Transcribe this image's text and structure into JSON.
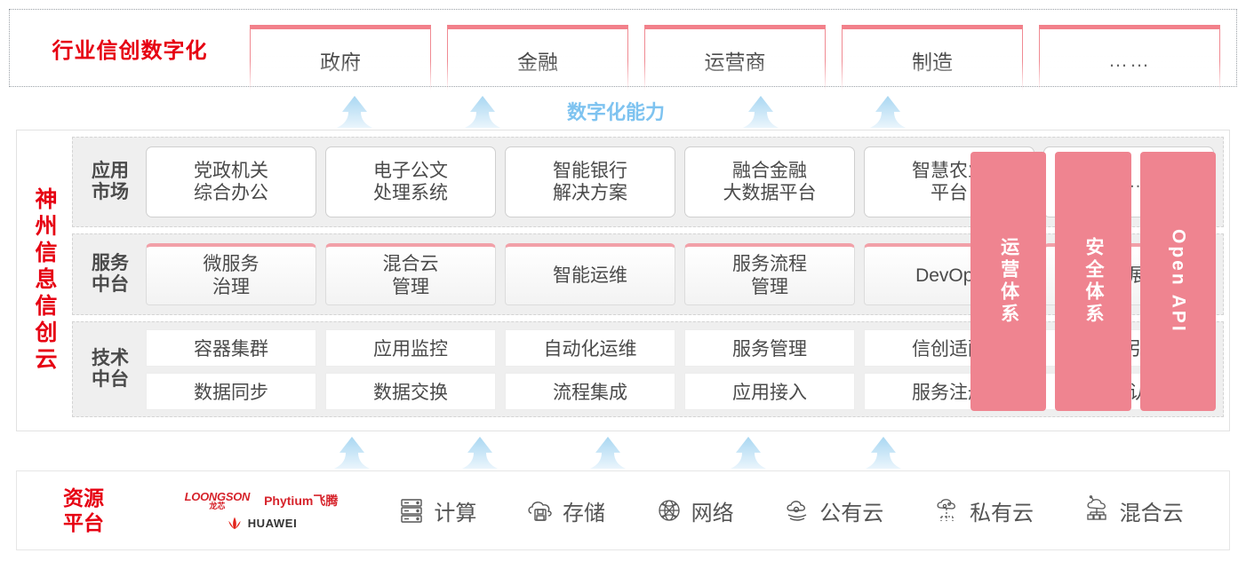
{
  "industry": {
    "title": "行业信创数字化",
    "cards": [
      {
        "label": "政府"
      },
      {
        "label": "金融"
      },
      {
        "label": "运营商"
      },
      {
        "label": "制造"
      },
      {
        "label": "……"
      }
    ]
  },
  "capability": {
    "label": "数字化能力",
    "arrow_color": "#bfe2f7",
    "top_arrow_count": 4,
    "bottom_arrow_count": 5
  },
  "cloud": {
    "title": "神州信息信创云",
    "layers": [
      {
        "name": "app-market",
        "label": "应用\n市场",
        "label_line1": "应用",
        "label_line2": "市场",
        "cards": [
          {
            "line1": "党政机关",
            "line2": "综合办公"
          },
          {
            "line1": "电子公文",
            "line2": "处理系统"
          },
          {
            "line1": "智能银行",
            "line2": "解决方案"
          },
          {
            "line1": "融合金融",
            "line2": "大数据平台"
          },
          {
            "line1": "智慧农业",
            "line2": "平台"
          },
          {
            "line1": "……",
            "line2": ""
          }
        ]
      },
      {
        "name": "service-platform",
        "label_line1": "服务",
        "label_line2": "中台",
        "cards": [
          {
            "line1": "微服务",
            "line2": "治理"
          },
          {
            "line1": "混合云",
            "line2": "管理"
          },
          {
            "line1": "智能运维",
            "line2": ""
          },
          {
            "line1": "服务流程",
            "line2": "管理"
          },
          {
            "line1": "DevOps",
            "line2": ""
          },
          {
            "line1": "大屏展示",
            "line2": ""
          }
        ]
      },
      {
        "name": "tech-platform",
        "label_line1": "技术",
        "label_line2": "中台",
        "row1": [
          "容器集群",
          "应用监控",
          "自动化运维",
          "服务管理",
          "信创适配",
          "流程引擎"
        ],
        "row2": [
          "数据同步",
          "数据交换",
          "流程集成",
          "应用接入",
          "服务注册",
          "统一认证"
        ]
      }
    ],
    "pillars": [
      {
        "label": "运营体系",
        "script": "cjk"
      },
      {
        "label": "安全体系",
        "script": "cjk"
      },
      {
        "label": "Open API",
        "script": "latin"
      }
    ],
    "pillar_color": "#ef8490"
  },
  "resource": {
    "title_line1": "资源",
    "title_line2": "平台",
    "vendors": [
      {
        "name": "LOONGSON",
        "name_cn": "龙芯",
        "icon": "loongson-logo"
      },
      {
        "name": "Phytium飞腾",
        "icon": "phytium-logo"
      },
      {
        "name": "HUAWEI",
        "icon": "huawei-logo"
      }
    ],
    "items": [
      {
        "label": "计算",
        "icon": "server-icon"
      },
      {
        "label": "存储",
        "icon": "cloud-storage-icon"
      },
      {
        "label": "网络",
        "icon": "network-globe-icon"
      },
      {
        "label": "公有云",
        "icon": "public-cloud-icon"
      },
      {
        "label": "私有云",
        "icon": "private-cloud-icon"
      },
      {
        "label": "混合云",
        "icon": "hybrid-cloud-icon"
      }
    ]
  },
  "colors": {
    "brand_red": "#e60012",
    "card_accent": "#f2808a",
    "pillar_pink": "#ef8490",
    "arrow_blue": "#bfe2f7",
    "panel_gray": "#efefef"
  }
}
